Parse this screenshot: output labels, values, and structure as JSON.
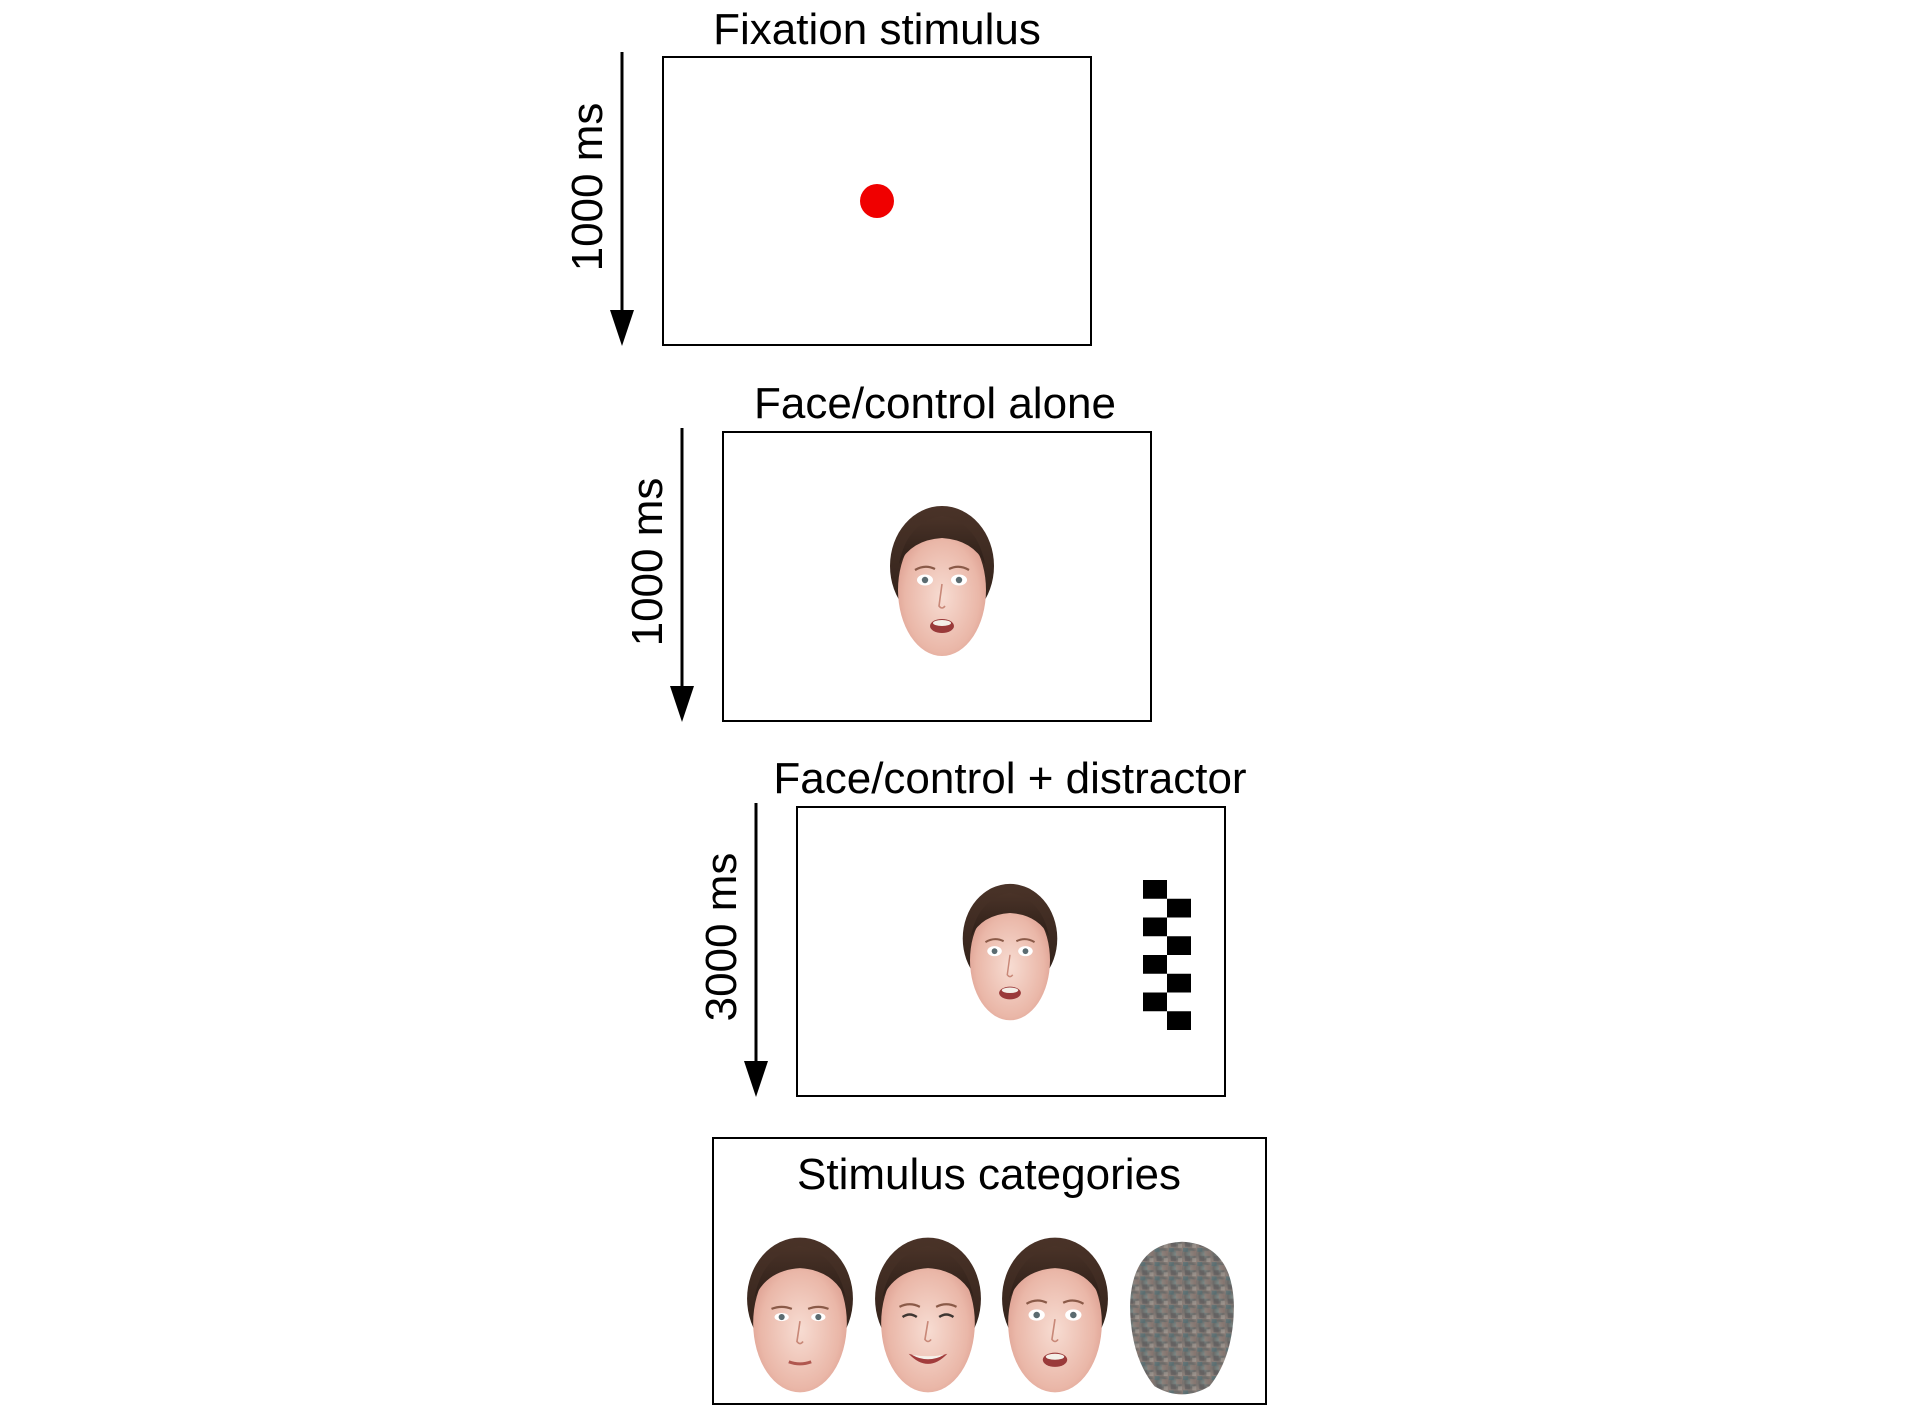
{
  "panels": [
    {
      "title": "Fixation stimulus",
      "duration": "1000 ms",
      "content": "fixation-dot",
      "dot_color": "#f00000"
    },
    {
      "title": "Face/control alone",
      "duration": "1000 ms",
      "content": "face-fearful"
    },
    {
      "title": "Face/control + distractor",
      "duration": "3000 ms",
      "content": "face-fearful-with-checkerboard"
    }
  ],
  "categories": {
    "title": "Stimulus categories",
    "items": [
      {
        "icon": "neutral-face-icon"
      },
      {
        "icon": "happy-face-icon"
      },
      {
        "icon": "fearful-face-icon"
      },
      {
        "icon": "scrambled-control-icon"
      }
    ]
  }
}
